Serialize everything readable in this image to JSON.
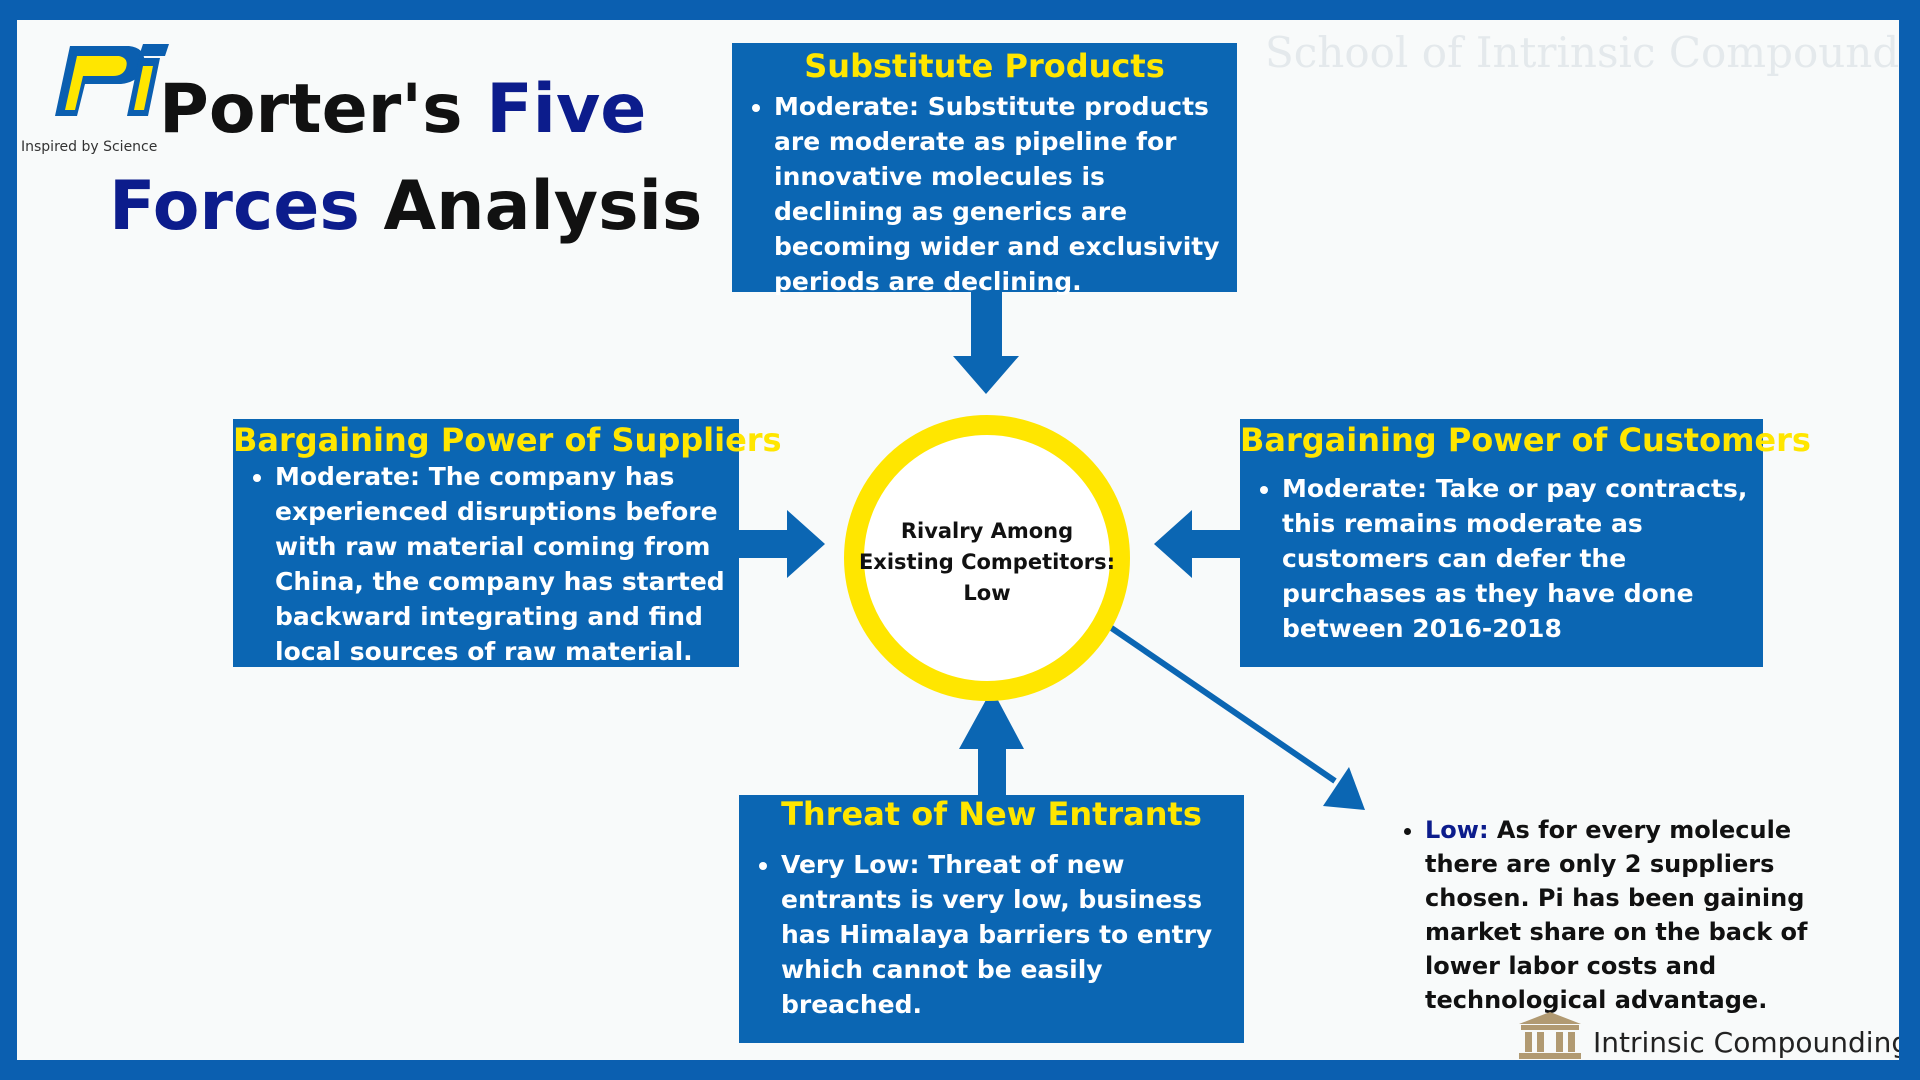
{
  "title": {
    "line1": [
      {
        "text": "Porter's ",
        "color": "black"
      },
      {
        "text": "Five",
        "color": "navy"
      }
    ],
    "line2": [
      {
        "text": "Forces",
        "color": "navy"
      },
      {
        "text": " Analysis",
        "color": "black"
      }
    ]
  },
  "logo": {
    "tagline": "Inspired by Science"
  },
  "watermark": "School of Intrinsic Compounding",
  "center": {
    "line1": "Rivalry Among",
    "line2": "Existing Competitors:",
    "line3": "Low"
  },
  "forces": {
    "substitutes": {
      "title": "Substitute Products",
      "text": "Moderate: Substitute products are moderate as pipeline for innovative molecules is declining as generics are becoming wider and exclusivity periods are declining."
    },
    "suppliers": {
      "title": "Bargaining Power of Suppliers",
      "text": "Moderate: The company has experienced disruptions before with raw material coming from China, the company has started backward integrating and find local sources of raw material."
    },
    "customers": {
      "title": "Bargaining Power of Customers",
      "text": "Moderate: Take or pay contracts, this remains moderate as customers can defer the purchases as they have done between 2016-2018"
    },
    "new_entrants": {
      "title": "Threat of New Entrants",
      "text": "Very Low: Threat of new entrants is very low, business has Himalaya barriers to entry which cannot be easily breached."
    }
  },
  "rivalry_note": {
    "label": "Low:",
    "text": "As for every molecule there are only 2 suppliers chosen. Pi has been gaining market share on the back of lower labor costs and technological advantage."
  },
  "footer_brand": "Intrinsic Compounding",
  "colors": {
    "border": "#0b5fb0",
    "box": "#0b66b3",
    "box_title": "#ffe600",
    "ring": "#ffe600",
    "navy": "#0c1c8c",
    "arrow": "#0b66b3",
    "temple": "#b19a72"
  }
}
